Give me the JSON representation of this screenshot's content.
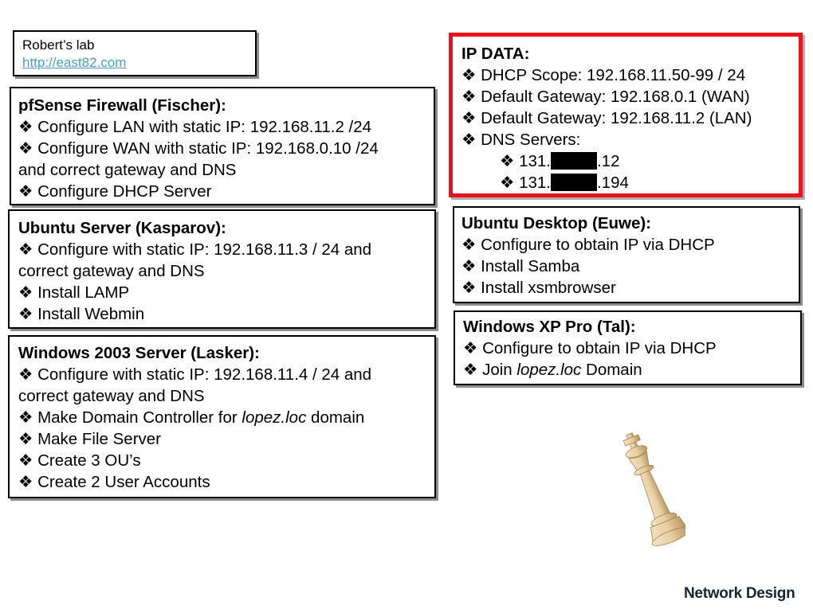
{
  "lab": {
    "name": "Robert’s lab",
    "url": "http://east82.com"
  },
  "pfsense": {
    "title": "pfSense Firewall (Fischer):",
    "items": [
      "Configure LAN with static IP: 192.168.11.2 /24",
      "Configure WAN with static IP: 192.168.0.10 /24",
      "and correct gateway and DNS",
      "Configure DHCP Server"
    ]
  },
  "ubuntu_server": {
    "title": "Ubuntu Server (Kasparov):",
    "items": [
      "Configure with static IP: 192.168.11.3 / 24 and",
      "correct gateway and DNS",
      "Install LAMP",
      "Install Webmin"
    ]
  },
  "win2003": {
    "title": "Windows 2003 Server (Lasker):",
    "items": [
      "Configure with static IP: 192.168.11.4 / 24 and",
      "correct gateway and DNS",
      "Make Domain Controller for ",
      "lopez.loc",
      " domain",
      "Make File Server",
      "Create 3 OU’s",
      "Create 2 User Accounts"
    ]
  },
  "ipdata": {
    "title": "IP DATA:",
    "items": [
      "DHCP Scope: 192.168.11.50-99 / 24",
      "Default Gateway: 192.168.0.1 (WAN)",
      "Default Gateway: 192.168.11.2 (LAN)",
      "DNS Servers:"
    ],
    "dns": [
      {
        "prefix": "131.",
        "suffix": ".12"
      },
      {
        "prefix": "131.",
        "suffix": ".194"
      }
    ]
  },
  "ubuntu_desktop": {
    "title": "Ubuntu Desktop (Euwe):",
    "items": [
      "Configure to obtain IP via DHCP",
      "Install Samba",
      "Install xsmbrowser"
    ]
  },
  "winxp": {
    "title": "Windows XP Pro (Tal):",
    "items": [
      "Configure to obtain IP via DHCP",
      "Join ",
      "lopez.loc",
      " Domain"
    ]
  },
  "footer": {
    "brand": "Network Design"
  },
  "colors": {
    "highlight_border": "#e8141c",
    "link": "#4d9cc2"
  },
  "icons": {
    "bullet": "diamond-bullet-icon",
    "chess_piece": "chess-king-icon"
  }
}
